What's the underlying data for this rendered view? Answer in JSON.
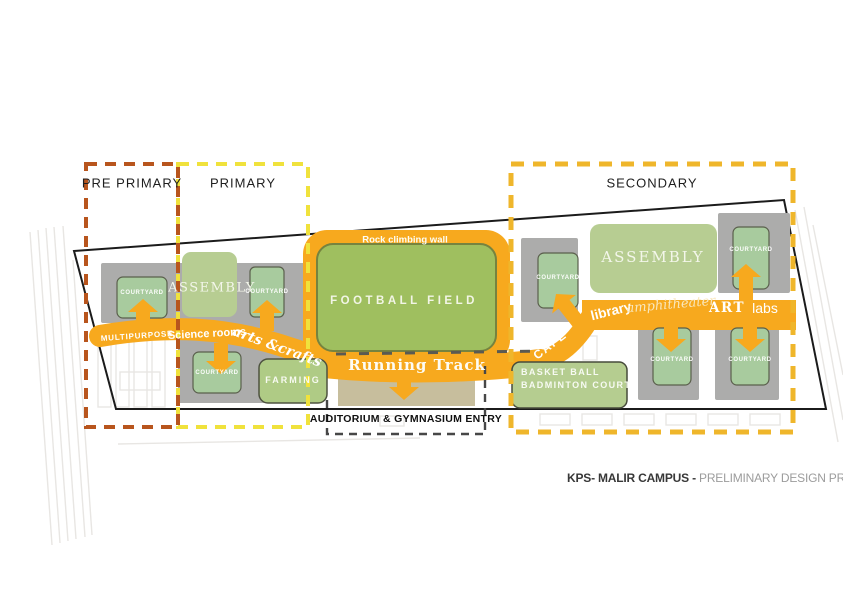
{
  "title": {
    "campus": "KPS- MALIR CAMPUS -",
    "proposal": "PRELIMINARY DESIGN PROPOSAL"
  },
  "zones": {
    "pre_primary": "PRE PRIMARY",
    "primary": "PRIMARY",
    "secondary": "SECONDARY"
  },
  "labels": {
    "rock_climbing": "Rock climbing wall",
    "football_field": "FOOTBALL FIELD",
    "running_track": "Running Track",
    "multipurpose": "MULTIPURPOSE",
    "science_rooms": "Science rooms",
    "arts_crafts": "arts &crafts",
    "cafe": "CAFE",
    "library": "library",
    "amphitheater": "amphitheater",
    "art": "ART",
    "labs": "labs",
    "farming": "FARMING",
    "assembly": "ASSEMBLY",
    "courtyard": "COURTYARD",
    "basketball_line1": "BASKET BALL",
    "basketball_line2": "BADMINTON COURT",
    "auditorium": "AUDITORIUM & GYMNASIUM ENTRY"
  },
  "colors": {
    "flow_orange": "#F7A91E",
    "field_green": "#9FBF5F",
    "building_green": "#B7CD92",
    "courtyard_green": "#A8CB9E",
    "farming_green": "#AFCB85",
    "building_gray": "#ACACAB",
    "track_tan": "#C7BE9D",
    "pre_primary_dash": "#B8551D",
    "primary_dash": "#F0E23C",
    "secondary_dash": "#EFB62B",
    "auditorium_dash": "#474747",
    "boundary_black": "#1B1B1B"
  }
}
